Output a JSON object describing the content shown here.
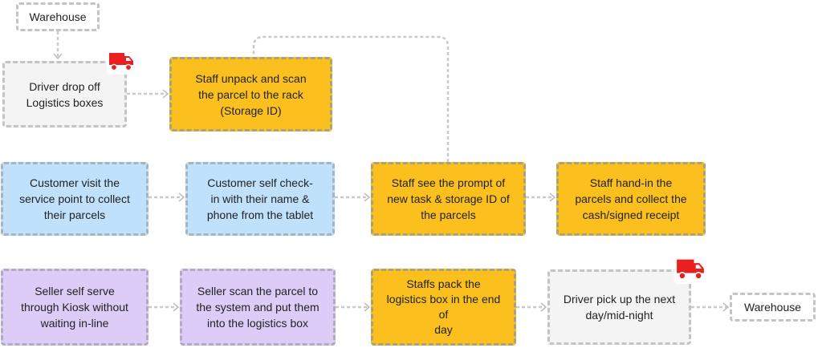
{
  "nodes": {
    "warehouse_top": "Warehouse",
    "driver_drop": "Driver drop off\nLogistics boxes",
    "staff_unpack": "Staff unpack and scan\nthe parcel to the rack\n(Storage ID)",
    "customer_visit": "Customer visit the\nservice point to collect\ntheir parcels",
    "customer_checkin": "Customer self check-\nin with their name &\nphone from the tablet",
    "staff_prompt": "Staff  see the prompt of\nnew task & storage ID of\nthe parcels",
    "staff_handin": "Staff hand-in the\nparcels and collect the\ncash/signed receipt",
    "seller_kiosk": "Seller self serve\nthrough Kiosk  without\nwaiting in-line",
    "seller_scan": "Seller scan the parcel to\nthe system and put them\ninto the logistics box",
    "staff_pack": "Staffs pack the\nlogistics box in the end\nof\nday",
    "driver_pickup": "Driver pick up the next\nday/mid-night",
    "warehouse_bottom": "Warehouse"
  },
  "icons": [
    "truck-icon",
    "truck-icon"
  ],
  "colors": {
    "yellow": "#fbc01e",
    "blue": "#bfe1fb",
    "purple": "#ddccf7",
    "gray": "#f4f4f4",
    "truck": "#e8201f"
  }
}
